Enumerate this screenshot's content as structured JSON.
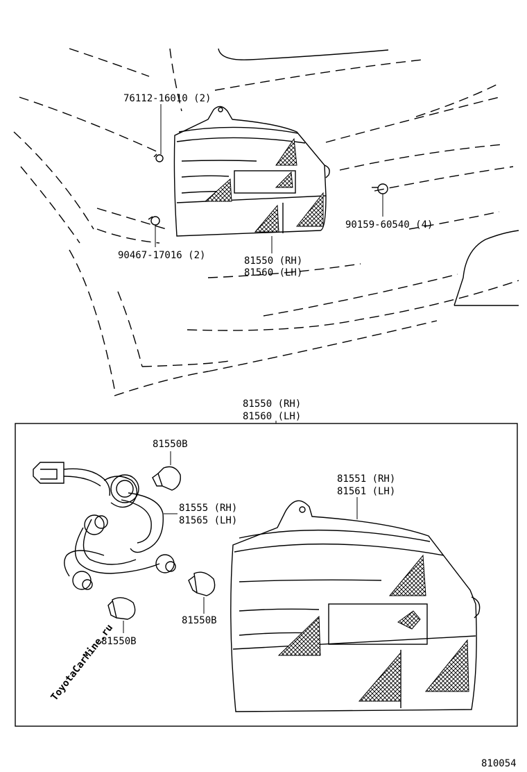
{
  "watermark": "ToyotaCarMine.ru",
  "diagram_code": "810054",
  "callouts": {
    "clip_upper": "76112-16010 (2)",
    "clip_lower": "90467-17016 (2)",
    "nut_right": "90159-60540 (4)",
    "lamp_assy_rh": "81550 (RH)",
    "lamp_assy_lh": "81560 (LH)",
    "box_title_rh": "81550 (RH)",
    "box_title_lh": "81560 (LH)",
    "bulb_top": "81550B",
    "bulb_right": "81550B",
    "bulb_left": "81550B",
    "socket_rh": "81555 (RH)",
    "socket_lh": "81565 (LH)",
    "lens_rh": "81551 (RH)",
    "lens_lh": "81561 (LH)"
  }
}
